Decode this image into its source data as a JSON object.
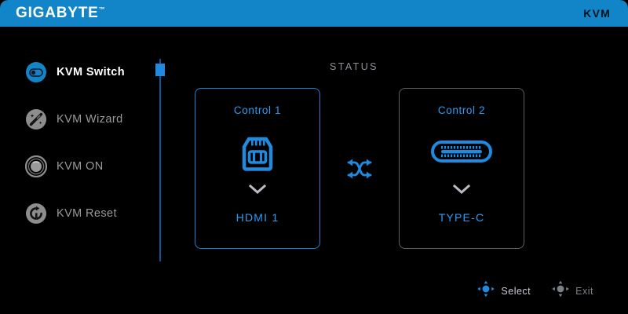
{
  "header": {
    "brand": "GIGABYTE",
    "brand_tm": "™",
    "title": "KVM",
    "bg_color": "#1284c8"
  },
  "sidebar": {
    "items": [
      {
        "label": "KVM Switch",
        "icon": "toggle-switch-icon",
        "active": true
      },
      {
        "label": "KVM Wizard",
        "icon": "magic-wand-icon",
        "active": false
      },
      {
        "label": "KVM ON",
        "icon": "power-knob-icon",
        "active": false
      },
      {
        "label": "KVM Reset",
        "icon": "reset-circular-arrow-icon",
        "active": false
      }
    ]
  },
  "main": {
    "status_label": "STATUS",
    "swap_icon": "shuffle-swap-icon",
    "panels": [
      {
        "title": "Control 1",
        "connector_icon": "hdmi-connector-icon",
        "chevron_icon": "chevron-down-icon",
        "source": "HDMI 1",
        "selected": true
      },
      {
        "title": "Control 2",
        "connector_icon": "usb-type-c-connector-icon",
        "chevron_icon": "chevron-down-icon",
        "source": "TYPE-C",
        "selected": false
      }
    ]
  },
  "footer": {
    "buttons": [
      {
        "label": "Select",
        "icon": "joystick-dpad-icon",
        "accent": "#1e8ae0"
      },
      {
        "label": "Exit",
        "icon": "joystick-dpad-icon",
        "accent": "#7b8087"
      }
    ]
  },
  "colors": {
    "accent_blue": "#2a9df4",
    "header_blue": "#1284c8",
    "background": "#000000",
    "inactive_gray": "#9a9a9a"
  }
}
